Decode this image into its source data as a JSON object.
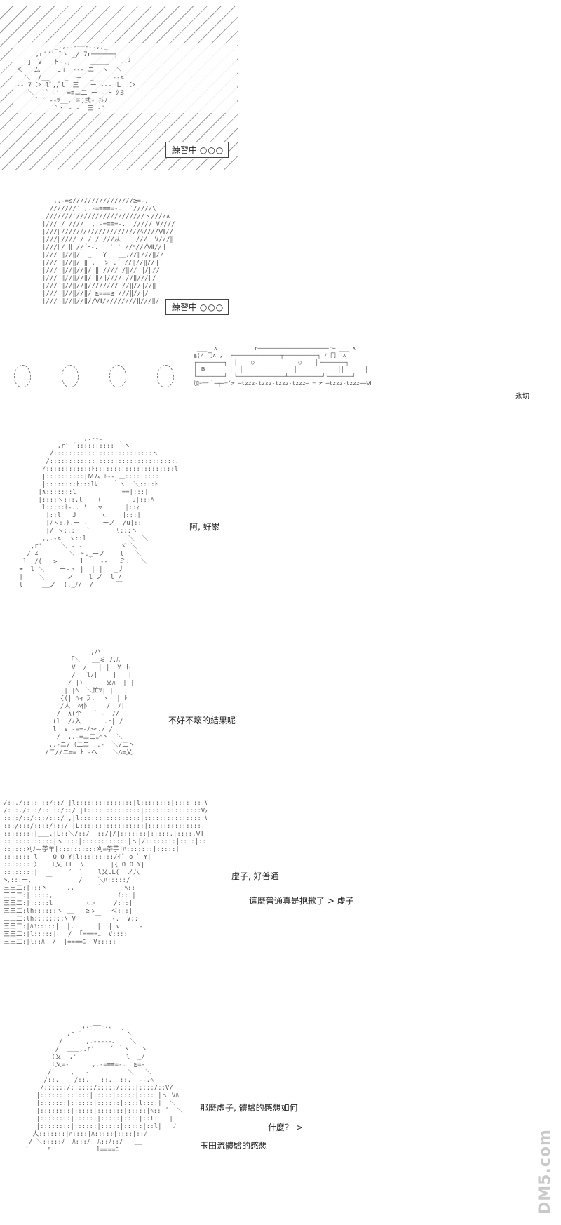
{
  "panels": {
    "practice_1": {
      "tag": "練習中",
      "dots": "○○○"
    },
    "practice_2": {
      "tag": "練習中",
      "dots": "○○○"
    }
  },
  "train_sign": "氷切",
  "dialogue": {
    "line1": "阿, 好累",
    "line2": "不好不壞的結果呢",
    "line3": "虛子, 好普通",
    "line4": "這麼普通真是抱歉了 > 虛子",
    "line5": "那麼虛子, 體驗的感想如何",
    "line6": "什麼？ >",
    "line7": "玉田流體驗的感想"
  },
  "watermark": "DM5.com",
  "art": {
    "car": "           _,,..-──-..,,_\n      ,r'\"´ ̄`ヽ _/ 7r──────┐\n  __」 V   ト-.,___  ＿＿＿__ -‐┘\n ＜   ム    Ｌ｣  --- ニ  ヽ  ＼\n   ＼  /__    _  ＝  _     ‐-<  \n ‐- 7 ＞ lﾟ,,ﾟl  三   ー --‐ Ｌ__＞\n    ＼  `゛-'  =≡ニ二 ー ‐ ｰ ｸ彡\n      ゛´ ‐-ﾂ__,ｰ※)弐‐ｰ彡ﾉ\n           `ヽ ‐ -  三 ‐'",
    "court": "   ,.-=≦////////////////≧=-.\n  ///////´ ,.-=≡≡≡=-.  `/////\\\n ///////`//////////////////ヽ////∧\n|/// / ////  ,.-=≡≡=-.  ///// V////\n|///‖/////ﾉ///////////////ﾍ////Ⅶ//\n|///‖//// / / / ///从    ///  V///‖\n|///‖/ ‖ //´ｰ-.   ` ` //ﾍ///Ⅶ//‖\n|/// ‖//‖/  _   Y   __.//‖///‖//\n|/// ‖//‖/ ‖ .  ゝ .´ //‖//‖//‖\n|/// ‖//‖//‖/ ‖ //// /‖// ‖/‖//\n|/// ‖//‖//‖/ ‖/‖//// //‖///‖/\n|/// ‖//‖//‖//////// //‖//‖//‖\n|/// ‖//‖//‖/ ≧===≦ ///‖//‖/\n|/// ‖//‖//‖//Ⅶ/////////‖///‖/",
    "train": " ___  ∧           r─────────────────────r─ ___ ∧\n≦(/ 冂∧ ,  ┌──────────────┬──────────┐ ﾉ 冂  ∧\n┌────────┐  │    ○        │    ○    │┌───────┐\n│ Ｂ       │  │               │            ││      │\n└────────┘  └──────────────┴──────────┘└───────┘\n加ｰ==｀─┬─=´≠ ─tzzz-tzzz-tzzz-tzzz─ = ≠ ─tzzz-tzzz──Ⅵ",
    "girl": "                 _,.-‐.\n           ,r'¨´:::::::::: ｀ヽ\n         /::::::::::::::::::::::::::ヽ\n        /:::::::::::::::::::::::::::::::::.\n       /::::::::::::ﾄ:::::::::::::::::::::l\n       |::::::::::|Ｍム ﾄ-‐ ＿:::::::::|\n       |::::::::ﾄ:::lﾚ    ｀ヽ  ＼::::ﾄ\n      |∧:::::::l            ==|:::|\n      |::::ヽ:::.l    (        u|:::ﾍ\n       l:::::ﾄ-.. '   ▽      ‖::ｨ\n        |::l   J       ⊂    ‖:::|\n        |ﾉヽ:.ﾄ.ー ‐    ーノ  /u|::\n        |/ ヽ:::   `       ﾘ:::ヽ\n       ,,.-<  ヽ::l           ＼  ＼\n    ,r'     ＼ - -          ヾ ＼\n   / ∠        ＼ ト._ーノ    l   ＼\n  l  /(   >      l ｀ー-‐   ミ.   ＼\n ≠  l ＼    ー‐ヽ |  | |   _丿\n |    ＼_____ ノ  | l ノ  l /\n l     __ノ  (._ﾉ/  /      ￣",
    "cat": "               ,ハ\n         「＼   __ミ ﾉ.ﾊ\n          V  /   | |  Y ト\n          /   lﾉ|    |   |\n         / |)      乂ﾊ  | |\n        | |ﾍ  ＼忙ﾂ| |\n       {(| ﾊィう.  ヽ  | ﾄ\n       /人  ﾍ仆     /  ﾉ|\n      /  ∧(个   ´ -  ﾉ/\n     (l  /ﾉ入      .r| /\n     l  ∨ -≡=-ﾉ><./ /\n      /  ,.-=ニ二ﾆ⌒ヽ  ＼\n    ,.-ニ/（二ニ ,.-  ＼/二ヽ\n   /二//ニ=≡ ﾄ ‐へ    ＼ﾍ=乂",
    "pigtails": "/::./:::: ::/::/ |l:::::::::::::::|l::::::::|:::: ::.V/\n/:::./:::/:: ::/::/ |l::::::::::::::|:::::::::::::::V/\n::::/::/:::/:::/ ,|l::::::::::::::::|::::::::::::::::V/\n:::/:::/::::/:::/ |L:::::::::::::::::|::::::::::::::.\n::::::::|___.|L::＼/::/  ::/|/|:::::::|:::::.|::::.Ⅶ\n:::::::::::::|ヽ::::|::::::::::::|ヽ|/::::::::|::::|::|::\n::::::刈ﾉ＝苧羊|::::::::::刈≡苧芋|ﾊ:::::::|:::::|\n:::::::|l    O O Y|l:::::::::/ｲ ﾟ o ﾟ Y|\n::::::::〉   l乂 LL  ｿ       |{ O O Y|\n::::::::|        ´  ﾞ    l乂LL(  ノ八\n>､:::ー、   ￣       /    ＼ﾊ:::::/\n三三二:|:::ヽ     .,       ﾞ      ﾍ::|\n三三二:|:::::,                 ｲ:::|\n三三二:|:::::l         ⊂⊃     /:::|\n三三二:lh::::::ヽ __   ≧ゝ    ＜:::|\n三三二:lh::::::::\\ V     ￣ ｰ -.  ∨::\n三三二:|ﾊﾊ:::::|  |.      |  | v    |-\n三三二:|l:::::|   /  ｢====ﾆ  V::::\n三三二:|l::ﾊ  /  |====ﾆ  V:::::",
    "helmet": "               _,.-──-.、\n            ,r'´          ｀ヽ\n          /      ,.-‐‐‐-、   ＼\n         /  ＿＿,.r'    ´ ｀ヽ   ヽ\n        (乂  ,'             l  _ﾉ\n        l乂=-      ,.-=≡≡=-.  ≧=-\n       /     ,   ‐          ＼   ＼\n      /::.    /::.   ::.  ::.  ‐-.ﾍ\n     /::::::/::::::/:::::/::::|::::/::V/\n    |::::::|::::::|:::::|:::::|:::::|ヽ Vﾊ\n    |:::::::|::::::|::::::|::::l::::|  ＼\n    |::::::::|:::::|:::::::|:::::|ﾍ::  ﾞ  ＼\n    |::::::::|::::::|:::::|::::|::l|   |\n    |::::::::|::::::|:::::|:::::|::l|   ﾉ\n   人:::::::|ﾊ::::|ﾊ:::::|::::|::ﾉ\n  / ＼:::::ﾉ  ﾊ:::ﾉ  ﾊ::ﾉ::/   __\n ´     ﾊ            l====ﾆ"
  }
}
